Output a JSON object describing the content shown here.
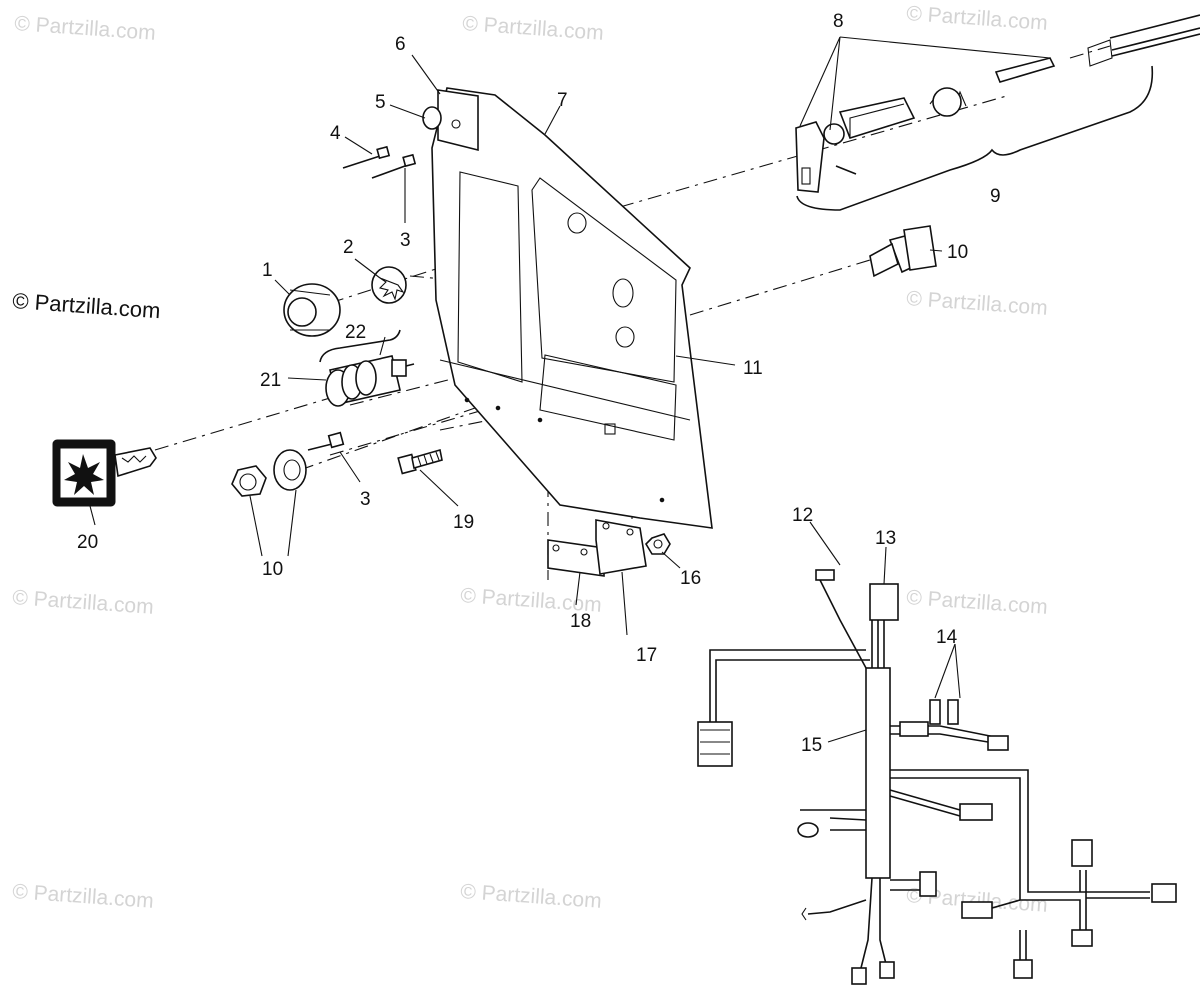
{
  "copyright": "© Partzilla.com",
  "watermark": "© Partzilla.com",
  "callouts": {
    "c1": "1",
    "c2": "2",
    "c3a": "3",
    "c3b": "3",
    "c4": "4",
    "c5": "5",
    "c6": "6",
    "c7": "7",
    "c8": "8",
    "c9": "9",
    "c10a": "10",
    "c10b": "10",
    "c11": "11",
    "c12": "12",
    "c13": "13",
    "c14": "14",
    "c15": "15",
    "c16": "16",
    "c17": "17",
    "c18": "18",
    "c19": "19",
    "c20": "20",
    "c21": "21",
    "c22": "22"
  }
}
